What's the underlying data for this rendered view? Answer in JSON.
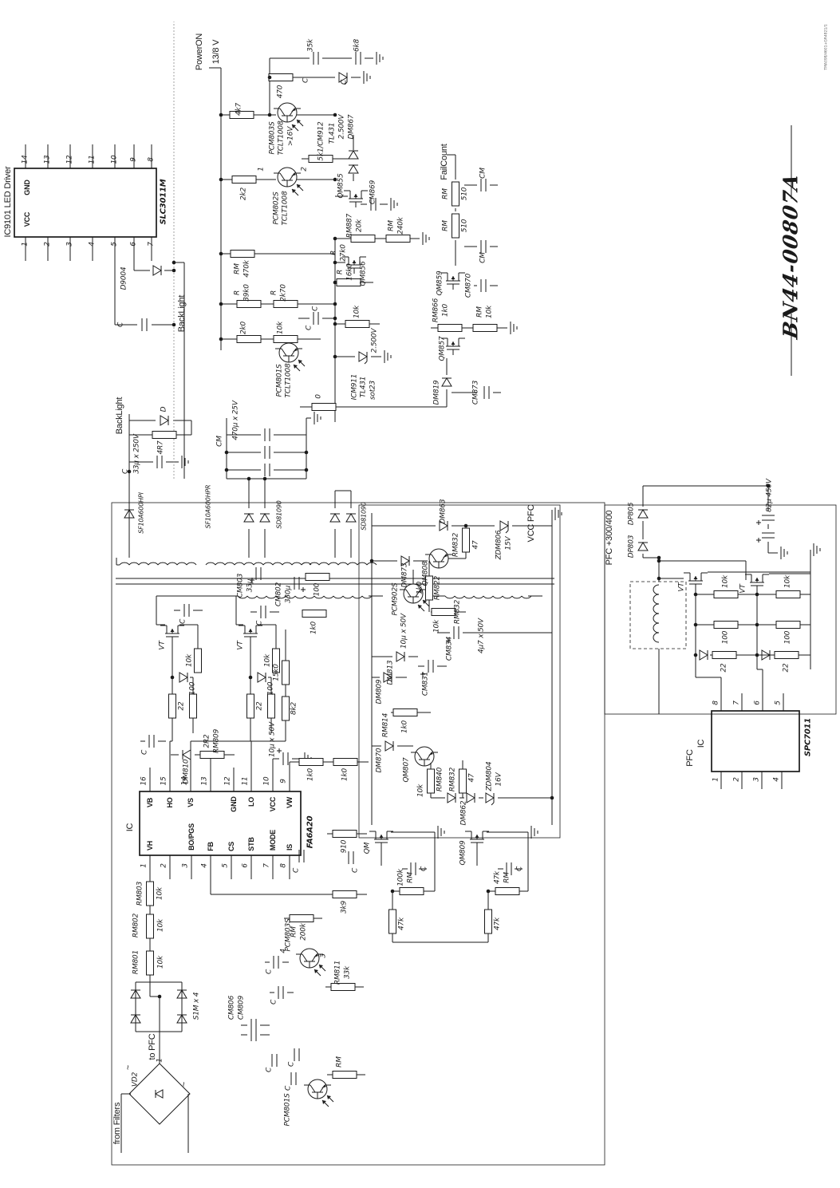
{
  "document": {
    "part_number": "BN44-00807A",
    "watermark": "TMA098/4601+GR4821/1",
    "ink_color": "#1a1a1a",
    "paper_color": "#ffffff"
  },
  "labels": [
    "IC9101 LED Driver",
    "VCC",
    "GND",
    "SLC3011M",
    "1",
    "2",
    "3",
    "4",
    "5",
    "6",
    "7",
    "14",
    "13",
    "12",
    "11",
    "10",
    "9",
    "8",
    "D9004",
    "C",
    "PowerON",
    "13/8 V",
    "BackLight",
    "BackLight",
    "4k7",
    "470",
    "35k",
    "6k8",
    "C",
    "C",
    "PCM803S",
    "TCLT1008",
    ">16V",
    "5k1/CM912",
    "TL431",
    "2.500V",
    "DM867",
    "2k2",
    "1",
    "2",
    "PCM802S",
    "TCLT1008",
    "RM",
    "470k",
    "RM887",
    "20k",
    "QM855",
    "CM869",
    "RM",
    "240k",
    "R",
    "39k0",
    "R",
    "2k70",
    "2k0",
    "10k",
    "C",
    "C",
    "R",
    "27k0",
    "QM856",
    "R",
    "16k0",
    "10k",
    "2.500V",
    "PCM801S",
    "TCLT1008",
    "ICM911",
    "TL431",
    "sot23",
    "0",
    "CM",
    "470µ x 25V",
    "FailCount",
    "RM",
    "510",
    "RM",
    "510",
    "CM",
    "CM",
    "RM866",
    "1k0",
    "QM859",
    "CM870",
    "QM857",
    "RM",
    "10k",
    "DM819",
    "CM873",
    "C",
    "33µ x 250V",
    "4R7",
    "D",
    "SF10A600HPI",
    "SF10A600HPR",
    "SD81090",
    "SD81090",
    "CM803",
    "33µ",
    "CM802",
    "330µ",
    "100",
    "1k0",
    "C",
    "C",
    "VT",
    "VT",
    "10k",
    "10k",
    "22",
    "100",
    "22",
    "100",
    "15k0",
    "8k2",
    "2R2",
    "RM809",
    "DM810",
    "C",
    "IC",
    "FA6A20",
    "VH",
    "BO/PGS",
    "FB",
    "CS",
    "STB",
    "MODE",
    "IS",
    "VB",
    "HO",
    "VS",
    "GND",
    "LO",
    "VCC",
    "VW",
    "1",
    "2",
    "3",
    "4",
    "5",
    "6",
    "7",
    "8",
    "16",
    "15",
    "14",
    "13",
    "12",
    "11",
    "10",
    "9",
    "RM803",
    "10k",
    "10µ x 50V",
    "1k0",
    "1k0",
    "910",
    "C",
    "C",
    "3k9",
    "VCC PFC",
    "DM863",
    "QM808",
    "DM873",
    "PCM902S",
    "1k0",
    "RM822",
    "10k",
    "RM832",
    "CM834",
    "4µ7 x 50V",
    "RM832",
    "47",
    "ZDM806",
    "15V",
    "DM813",
    "10µ x 50V",
    "CM831",
    "DM809",
    "RM814",
    "1k0",
    "DM870",
    "QM807",
    "RM840",
    "10k",
    "RM832",
    "47",
    "ZDM804",
    "16V",
    "DM862",
    "QM",
    "100k",
    "RM",
    "C",
    "47k",
    "QM809",
    "47k",
    "RM",
    "C",
    "47k",
    "from Filters",
    "~",
    "VD2",
    "to PFC",
    "1",
    "~",
    "S1M x 4",
    "RM801",
    "10k",
    "RM802",
    "10k",
    "CM806",
    "CM809",
    "C",
    "4",
    "PCM803S",
    "3",
    "RM811",
    "33k",
    "RM",
    "200k",
    "C",
    "C",
    "C",
    "C",
    "RM",
    "PCM801S",
    "PFC +300/400",
    "DP805",
    "DP803",
    "VT",
    "VT",
    "10k",
    "10k",
    "100",
    "100",
    "22",
    "22",
    "82µ 450V",
    "PFC",
    "IC",
    "SPC7011",
    "8",
    "7",
    "6",
    "5",
    "1",
    "2",
    "3",
    "4",
    "BN44-00807A",
    "TMA098/4601+GR4821/1"
  ]
}
